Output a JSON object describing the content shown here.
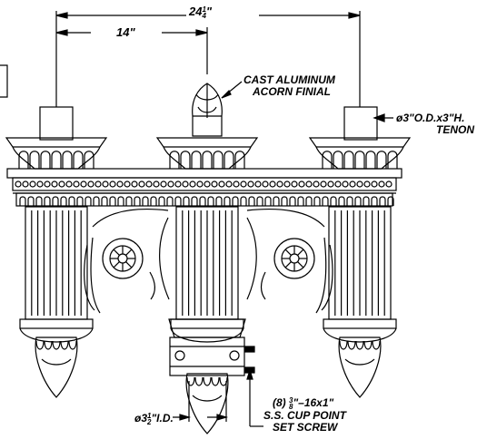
{
  "dimensions": {
    "overall_width": {
      "whole": "24",
      "num": "1",
      "den": "4",
      "unit": "\""
    },
    "center_to_side": "14\""
  },
  "callouts": {
    "finial": [
      "CAST ALUMINUM",
      "ACORN FINIAL"
    ],
    "tenon": {
      "prefix": "ø3\"O.D.x3\"H.",
      "line2": "TENON"
    },
    "inner_diameter": {
      "prefix": "ø3",
      "num": "1",
      "den": "2",
      "suffix": "\"I.D."
    },
    "set_screw": {
      "line1_prefix": "(8) ",
      "num": "3",
      "den": "8",
      "line1_suffix": "\"–16x1\"",
      "line2": "S.S. CUP POINT",
      "line3": "SET SCREW"
    }
  },
  "colors": {
    "ink": "#000000",
    "background": "#ffffff"
  }
}
